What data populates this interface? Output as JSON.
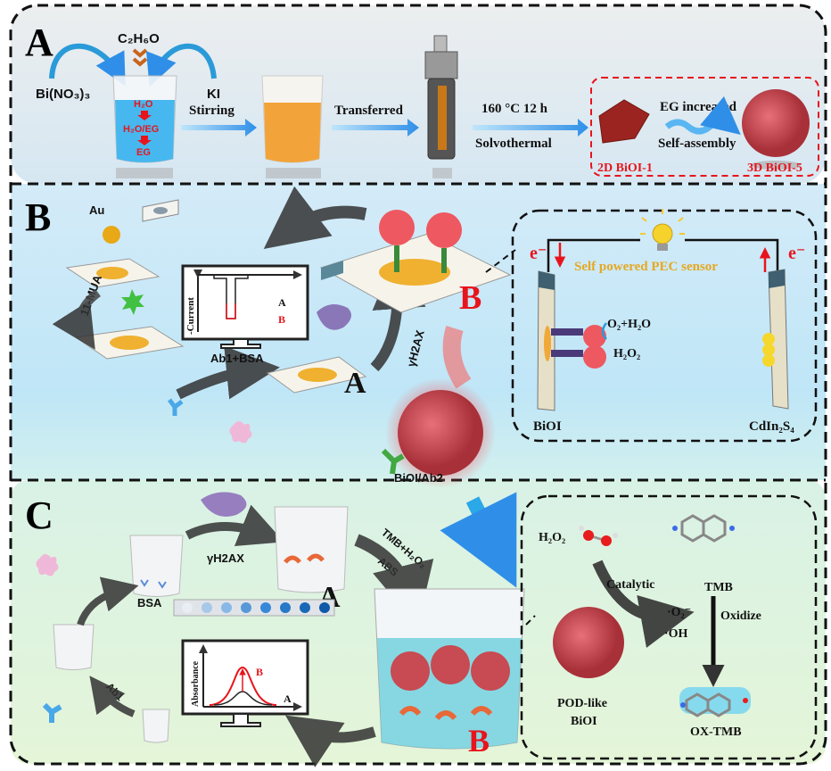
{
  "panels": {
    "a": {
      "label": "A",
      "reagent_top": "C₂H₆O",
      "reagent_left": "Bi(NO₃)₃",
      "reagent_right": "KI",
      "solvent_1": "H₂O",
      "solvent_2": "H₂O/EG",
      "solvent_3": "EG",
      "step_1": "Stirring",
      "step_2": "Transferred",
      "condition": "160 °C 12 h",
      "method": "Solvothermal",
      "change": "EG increased",
      "process": "Self-assembly",
      "product_2d": "2D BiOI-1",
      "product_3d": "3D BiOI-5"
    },
    "b": {
      "label": "B",
      "au": "Au",
      "mua": "11-MUA",
      "ab1_bsa": "Ab1+BSA",
      "electrode_a": "A",
      "antigen": "γH2AX",
      "electrode_b": "B",
      "monitor_axis": "-Current",
      "monitor_a": "A",
      "monitor_b": "B",
      "probe": "BiOI/Ab2",
      "sensor": {
        "title": "Self powered PEC sensor",
        "electron_left": "e⁻",
        "electron_right": "e⁻",
        "product": "O₂+H₂O",
        "reactant": "H₂O₂",
        "photoanode": "BiOI",
        "photocathode": "CdIn₂S₄"
      }
    },
    "c": {
      "label": "C",
      "bsa": "BSA",
      "antigen": "γH2AX",
      "well_a": "A",
      "ab1": "Ab1",
      "substrate": "TMB+H₂O₂",
      "abs": "ABS",
      "monitor_axis": "Absorbance",
      "monitor_a": "A",
      "monitor_b": "B",
      "well_b": "B",
      "mechanism": {
        "reactant": "H₂O₂",
        "catalytic": "Catalytic",
        "tmb": "TMB",
        "radical_1": "·O₂⁻",
        "radical_2": "·OH",
        "oxidize": "Oxidize",
        "catalyst_1": "POD-like",
        "catalyst_2": "BiOI",
        "product": "OX-TMB"
      }
    }
  },
  "colors": {
    "panel_a_bg": "#e8ecef",
    "panel_b_bg": "#c6e6f7",
    "panel_c_bg": "#dff3e2",
    "accent_red": "#e8141c",
    "biOI_red": "#c8464c",
    "sensor_title": "#e6a820",
    "arrow_blue": "#2f8fe8"
  }
}
